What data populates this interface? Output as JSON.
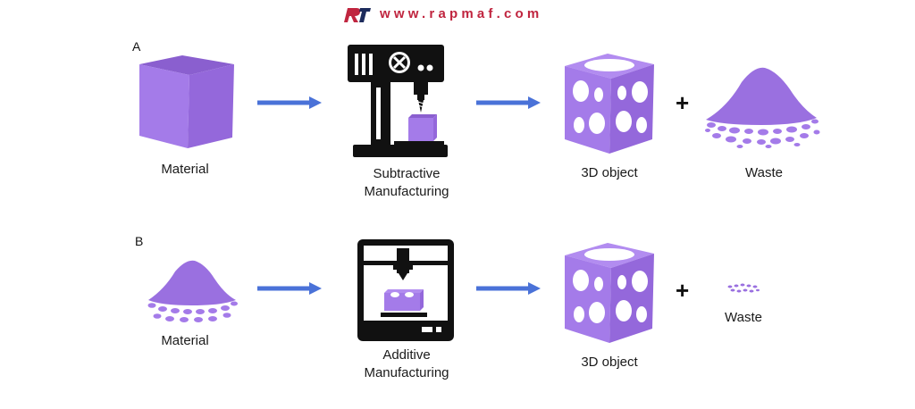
{
  "header": {
    "site_url": "www.rapmaf.com",
    "logo_icon": "rapmaf-logo-icon"
  },
  "rows": {
    "a": {
      "letter": "A",
      "input_label": "Material",
      "process_label_line1": "Subtractive",
      "process_label_line2": "Manufacturing",
      "output_label": "3D object",
      "plus": "+",
      "waste_label": "Waste"
    },
    "b": {
      "letter": "B",
      "input_label": "Material",
      "process_label_line1": "Additive",
      "process_label_line2": "Manufacturing",
      "output_label": "3D object",
      "plus": "+",
      "waste_label": "Waste"
    }
  },
  "colors": {
    "material": "#a57be8",
    "arrow": "#4a72d8",
    "brand": "#c0253f",
    "machine": "#111111"
  }
}
